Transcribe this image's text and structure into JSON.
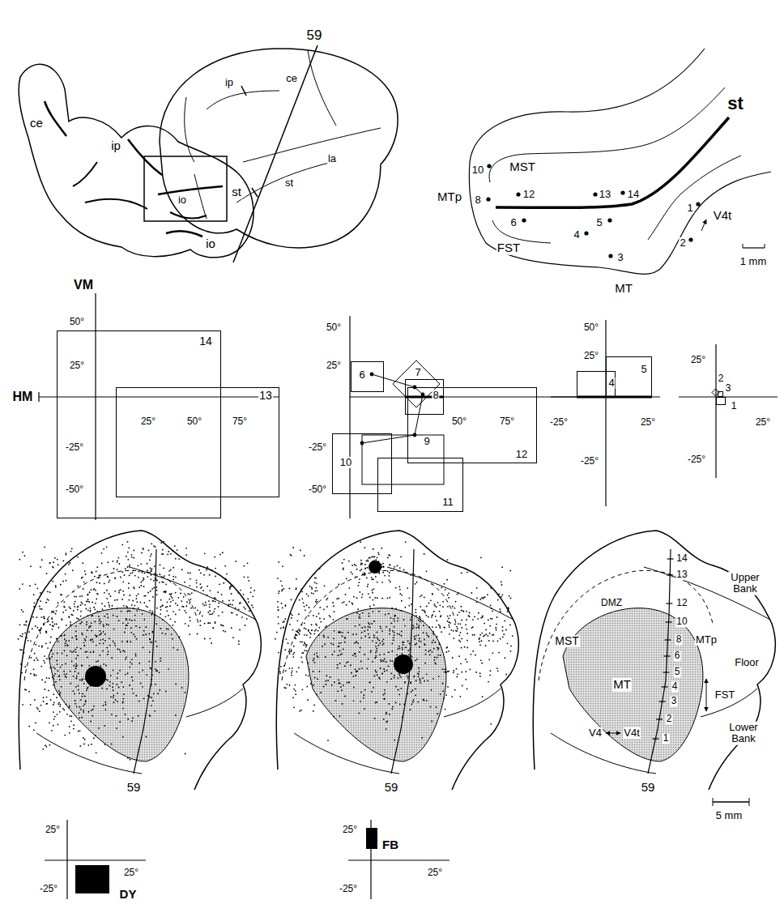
{
  "diagram": {
    "nodes": [
      {
        "text": [
          "14"
        ]
      },
      {
        "text": [
          "13"
        ]
      },
      {
        "text": [
          "6"
        ]
      },
      {
        "text": [
          "7"
        ]
      },
      {
        "text": [
          "8"
        ]
      },
      {
        "text": [
          "12"
        ]
      },
      {
        "text": [
          "10"
        ]
      },
      {
        "text": [
          "11"
        ]
      },
      {
        "text": [
          "4"
        ]
      },
      {
        "text": [
          "5"
        ]
      },
      {
        "text": [
          "2"
        ]
      },
      {
        "text": [
          "3"
        ]
      },
      {
        "text": [
          "1"
        ]
      },
      {
        "text": [
          "DY"
        ]
      },
      {
        "text": [
          "FB"
        ]
      }
    ],
    "labels": [
      "ce",
      "ip",
      "st",
      "io",
      "59",
      "ip",
      "ce",
      "la",
      "io",
      "st",
      "st",
      "MST",
      "MTp",
      "FST",
      "V4t",
      "MT",
      "1 mm",
      "10",
      "8",
      "12",
      "13",
      "14",
      "6",
      "5",
      "4",
      "3",
      "1",
      "2",
      "VM",
      "HM",
      "50°",
      "25°",
      "25°",
      "50°",
      "75°",
      "-25°",
      "-50°",
      "50°",
      "25°",
      "50°",
      "75°",
      "-25°",
      "-50°",
      "9",
      "50°",
      "25°",
      "-25°",
      "25°",
      "-25°",
      "25°",
      "25°",
      "-25°",
      "59",
      "59",
      "14",
      "13",
      "DMZ",
      "12",
      "10",
      "MST",
      "8",
      "MTp",
      "6",
      "5",
      "MT",
      "4",
      "3",
      "FST",
      "Upper Bank",
      "Floor",
      "Lower Bank",
      "2",
      "V4t",
      "1",
      "V4",
      "59",
      "5 mm",
      "25°",
      "25°",
      "-25°",
      "25°",
      "25°",
      "-25°"
    ]
  }
}
